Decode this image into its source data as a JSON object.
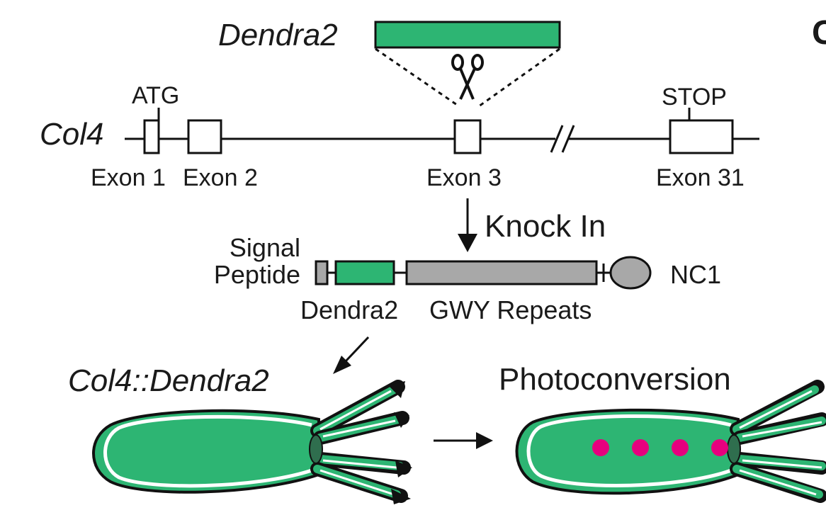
{
  "insert": {
    "label": "Dendra2"
  },
  "gene": {
    "name": "Col4",
    "atg_label": "ATG",
    "stop_label": "STOP",
    "exons": [
      {
        "label": "Exon 1"
      },
      {
        "label": "Exon 2"
      },
      {
        "label": "Exon 3"
      },
      {
        "label": "Exon 31"
      }
    ]
  },
  "knock_in": {
    "label": "Knock In"
  },
  "protein": {
    "signal_label_line1": "Signal",
    "signal_label_line2": "Peptide",
    "dendra_label": "Dendra2",
    "gwy_label": "GWY Repeats",
    "nc1_label": "NC1"
  },
  "strain": {
    "label": "Col4::Dendra2"
  },
  "process": {
    "label": "Photoconversion",
    "dot_count": 4
  },
  "colors": {
    "green": "#2db573",
    "gray": "#a8a8a8",
    "magenta": "#e6007e",
    "dark_green": "#2f6e4e",
    "black": "#1a1a1a",
    "outline": "#111111"
  },
  "partial_letter": "C"
}
